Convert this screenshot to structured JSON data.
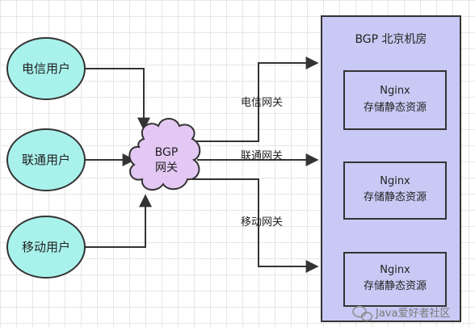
{
  "users": [
    {
      "label": "电信用户"
    },
    {
      "label": "联通用户"
    },
    {
      "label": "移动用户"
    }
  ],
  "gateway": {
    "line1": "BGP",
    "line2": "网关"
  },
  "edges": [
    {
      "label": "电信网关"
    },
    {
      "label": "联通网关"
    },
    {
      "label": "移动网关"
    }
  ],
  "datacenter": {
    "title": "BGP 北京机房",
    "servers": [
      {
        "line1": "Nginx",
        "line2": "存储静态资源"
      },
      {
        "line1": "Nginx",
        "line2": "存储静态资源"
      },
      {
        "line1": "Nginx",
        "line2": "存储静态资源"
      }
    ]
  },
  "watermark": {
    "text": "Java爱好者社区"
  },
  "colors": {
    "user_fill": "#a9f2ec",
    "cloud_fill": "#e3c8f4",
    "datacenter_fill": "#c8c9f4",
    "server_fill": "#c8c9f4",
    "stroke": "#333333"
  }
}
